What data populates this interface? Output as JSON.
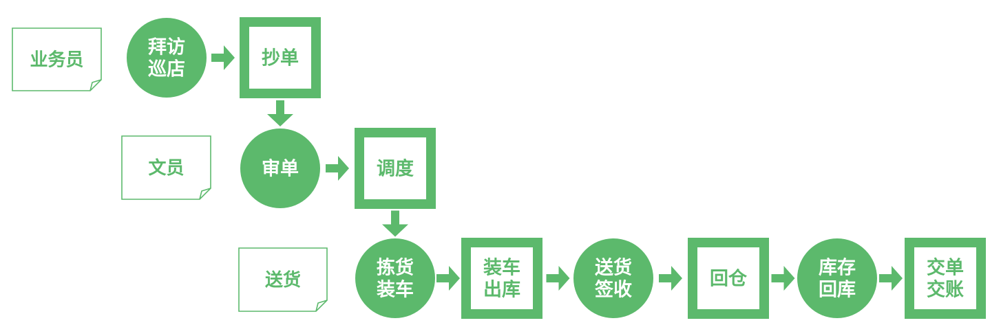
{
  "colors": {
    "accent": "#5cb96c",
    "background": "#ffffff",
    "node_text": "#ffffff",
    "role_text": "#5cb96c"
  },
  "roles": [
    {
      "id": "salesperson",
      "label": "业务员"
    },
    {
      "id": "clerk",
      "label": "文员"
    },
    {
      "id": "delivery",
      "label": "送货"
    }
  ],
  "nodes": [
    {
      "id": "visit-store",
      "lines": [
        "拜访",
        "巡店"
      ],
      "shape": "circle"
    },
    {
      "id": "copy-order",
      "lines": [
        "抄单"
      ],
      "shape": "square"
    },
    {
      "id": "review-order",
      "lines": [
        "审单"
      ],
      "shape": "circle"
    },
    {
      "id": "dispatch",
      "lines": [
        "调度"
      ],
      "shape": "square"
    },
    {
      "id": "pick-load",
      "lines": [
        "拣货",
        "装车"
      ],
      "shape": "circle"
    },
    {
      "id": "load-out",
      "lines": [
        "装车",
        "出库"
      ],
      "shape": "square"
    },
    {
      "id": "deliver-sign",
      "lines": [
        "送货",
        "签收"
      ],
      "shape": "circle"
    },
    {
      "id": "return-warehouse",
      "lines": [
        "回仓"
      ],
      "shape": "square"
    },
    {
      "id": "stock-return",
      "lines": [
        "库存",
        "回库"
      ],
      "shape": "circle"
    },
    {
      "id": "handover",
      "lines": [
        "交单",
        "交账"
      ],
      "shape": "square"
    }
  ],
  "edges": [
    {
      "from": "visit-store",
      "to": "copy-order"
    },
    {
      "from": "copy-order",
      "to": "review-order"
    },
    {
      "from": "review-order",
      "to": "dispatch"
    },
    {
      "from": "dispatch",
      "to": "pick-load"
    },
    {
      "from": "pick-load",
      "to": "load-out"
    },
    {
      "from": "load-out",
      "to": "deliver-sign"
    },
    {
      "from": "deliver-sign",
      "to": "return-warehouse"
    },
    {
      "from": "return-warehouse",
      "to": "stock-return"
    },
    {
      "from": "stock-return",
      "to": "handover"
    }
  ]
}
